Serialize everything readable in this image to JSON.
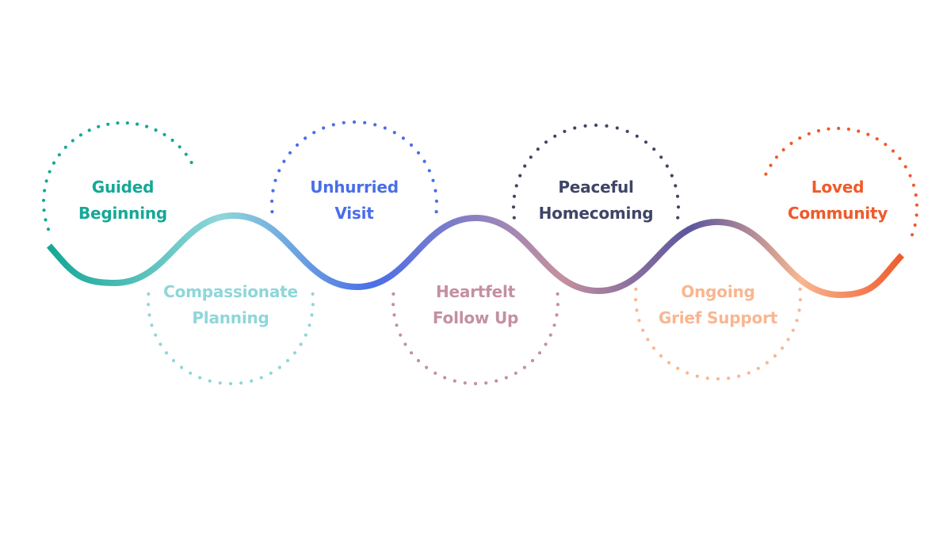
{
  "diagram": {
    "type": "journey-wave",
    "stages": [
      {
        "id": "guided-beginning",
        "line1": "Guided",
        "line2": "Beginning",
        "position": "top",
        "color": "#14a897"
      },
      {
        "id": "compassionate-planning",
        "line1": "Compassionate",
        "line2": "Planning",
        "position": "bottom",
        "color": "#8fd6da"
      },
      {
        "id": "unhurried-visit",
        "line1": "Unhurried",
        "line2": "Visit",
        "position": "top",
        "color": "#4a6ee8"
      },
      {
        "id": "heartfelt-follow-up",
        "line1": "Heartfelt",
        "line2": "Follow Up",
        "position": "bottom",
        "color": "#c4909f"
      },
      {
        "id": "peaceful-homecoming",
        "line1": "Peaceful",
        "line2": "Homecoming",
        "position": "top",
        "color": "#3f4566"
      },
      {
        "id": "ongoing-grief-support",
        "line1": "Ongoing",
        "line2": "Grief Support",
        "position": "bottom",
        "color": "#f9b690"
      },
      {
        "id": "loved-community",
        "line1": "Loved",
        "line2": "Community",
        "position": "top",
        "color": "#ef5a2a"
      }
    ],
    "wave_gradient": [
      "#14a897",
      "#8fd6da",
      "#4a6ee8",
      "#c4909f",
      "#5b569e",
      "#f9b690",
      "#ef5a2a"
    ]
  }
}
